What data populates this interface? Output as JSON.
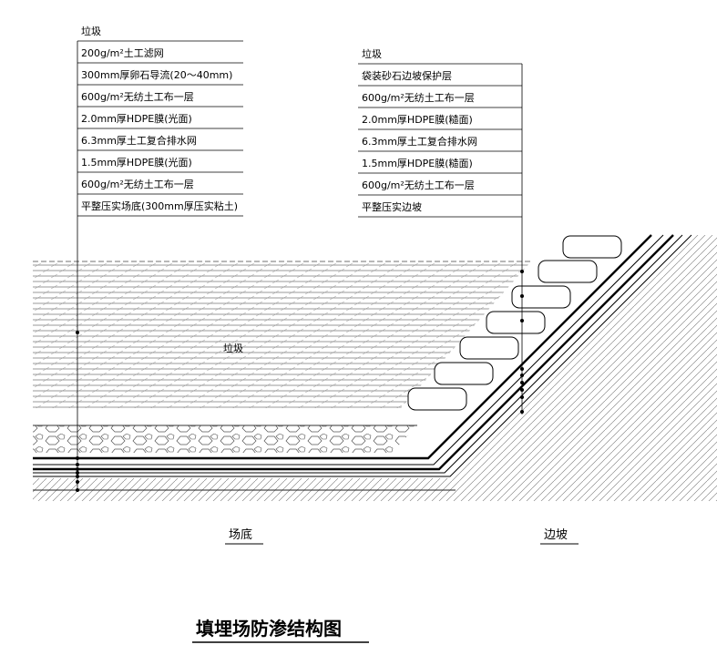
{
  "left_callout": {
    "header": "垃圾",
    "layers": [
      "200g/m²土工滤网",
      "300mm厚卵石导流(20～40mm)",
      "600g/m²无纺土工布一层",
      "2.0mm厚HDPE膜(光面)",
      "6.3mm厚土工复合排水网",
      "1.5mm厚HDPE膜(光面)",
      "600g/m²无纺土工布一层",
      "平整压实场底(300mm厚压实粘土)"
    ]
  },
  "right_callout": {
    "header": "垃圾",
    "layers": [
      "袋装砂石边坡保护层",
      "600g/m²无纺土工布一层",
      "2.0mm厚HDPE膜(糙面)",
      "6.3mm厚土工复合排水网",
      "1.5mm厚HDPE膜(糙面)",
      "600g/m²无纺土工布一层",
      "平整压实边坡"
    ]
  },
  "body_label": "垃圾",
  "section_labels": {
    "bottom": "场底",
    "slope": "边坡"
  },
  "title": "填埋场防渗结构图"
}
